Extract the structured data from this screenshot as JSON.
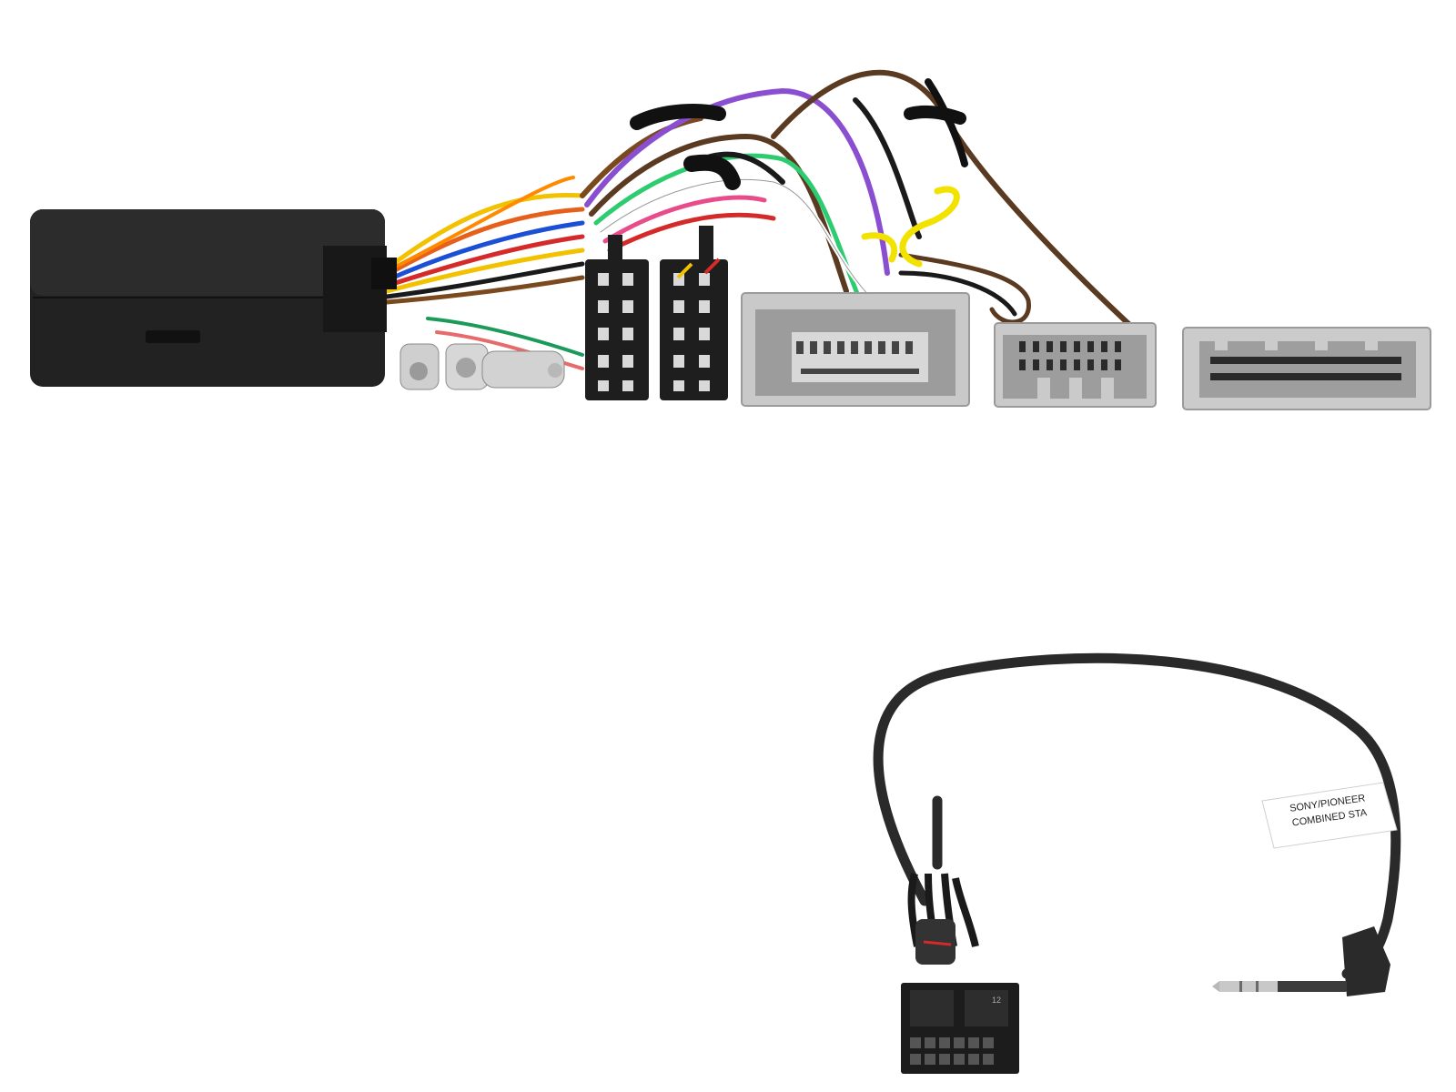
{
  "cable_label": {
    "line1": "SONY/PIONEER",
    "line2": "COMBINED STA"
  },
  "plug_label": "12",
  "colors": {
    "background": "#ffffff",
    "interface_box": "#222222",
    "iso_connector": "#1e1e1e",
    "vehicle_connector": "#c9c9c9",
    "cable": "#2a2a2a",
    "jack_tip": "#c8c8c8"
  },
  "icons": {
    "interface_box": "interface-box-icon",
    "iso_connector": "iso-connector-icon",
    "vehicle_connector": "vehicle-connector-icon",
    "jack": "jack-plug-icon",
    "molex": "molex-connector-icon"
  }
}
